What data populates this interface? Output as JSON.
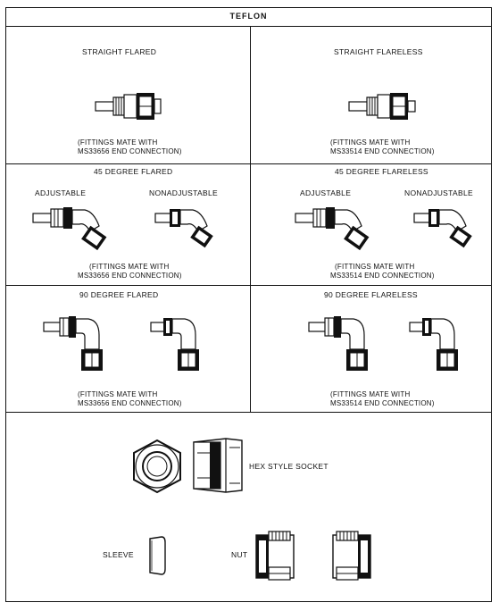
{
  "title": "TEFLON",
  "cells": {
    "straight_flared": {
      "heading": "STRAIGHT FLARED",
      "note_line1": "(FITTINGS MATE WITH",
      "note_line2": "MS33656 END CONNECTION)"
    },
    "straight_flareless": {
      "heading": "STRAIGHT FLARELESS",
      "note_line1": "(FITTINGS MATE WITH",
      "note_line2": "MS33514 END CONNECTION)"
    },
    "deg45_flared": {
      "heading": "45 DEGREE FLARED",
      "left_label": "ADJUSTABLE",
      "right_label": "NONADJUSTABLE",
      "note_line1": "(FITTINGS MATE WITH",
      "note_line2": "MS33656 END CONNECTION)"
    },
    "deg45_flareless": {
      "heading": "45 DEGREE FLARELESS",
      "left_label": "ADJUSTABLE",
      "right_label": "NONADJUSTABLE",
      "note_line1": "(FITTINGS MATE WITH",
      "note_line2": "MS33514 END CONNECTION)"
    },
    "deg90_flared": {
      "heading": "90 DEGREE FLARED",
      "note_line1": "(FITTINGS MATE WITH",
      "note_line2": "MS33656 END CONNECTION)"
    },
    "deg90_flareless": {
      "heading": "90 DEGREE FLARELESS",
      "note_line1": "(FITTINGS MATE WITH",
      "note_line2": "MS33514 END CONNECTION)"
    }
  },
  "bottom": {
    "hex_label": "HEX STYLE SOCKET",
    "sleeve_label": "SLEEVE",
    "nut_label": "NUT"
  }
}
